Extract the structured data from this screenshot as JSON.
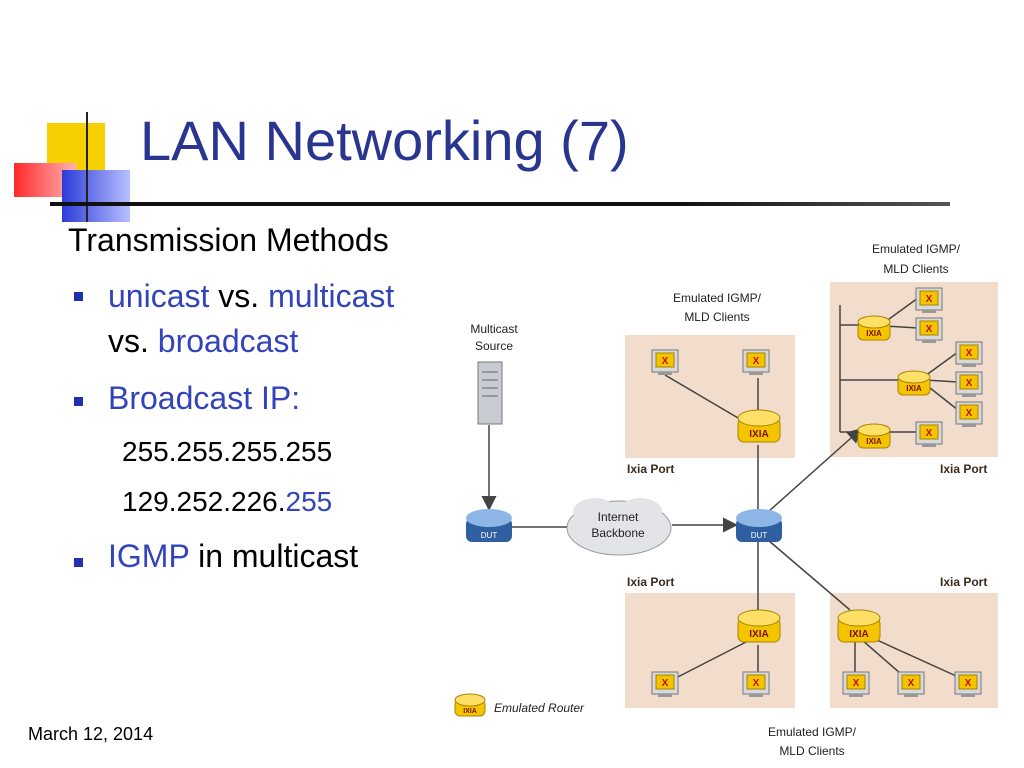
{
  "slide": {
    "title": "LAN Networking (7)",
    "heading": "Transmission Methods",
    "bullet1": {
      "part1": "unicast",
      "part2": " vs. ",
      "part3": "multicast",
      "line2a": "vs. ",
      "line2b": "broadcast"
    },
    "bullet2": {
      "text": "Broadcast IP:",
      "sub1": "255.255.255.255",
      "sub2_prefix": "129.252.226.",
      "sub2_suffix": "255"
    },
    "bullet3": {
      "part1": "IGMP",
      "part2": " in multicast"
    },
    "date": "March 12, 2014"
  },
  "diagram": {
    "multicast_source": [
      "Multicast",
      "Source"
    ],
    "dut_label": "DUT",
    "backbone": [
      "Internet",
      "Backbone"
    ],
    "ixia_label": "IXIA",
    "ixia_port": "Ixia Port",
    "client_label": [
      "Emulated IGMP/",
      "MLD Clients"
    ],
    "legend_label": "Emulated Router",
    "client_mark": "X",
    "colors": {
      "panel": "#f2dccb",
      "router": "#f5c400",
      "dut": "#3a6db0",
      "line": "#444444"
    }
  }
}
